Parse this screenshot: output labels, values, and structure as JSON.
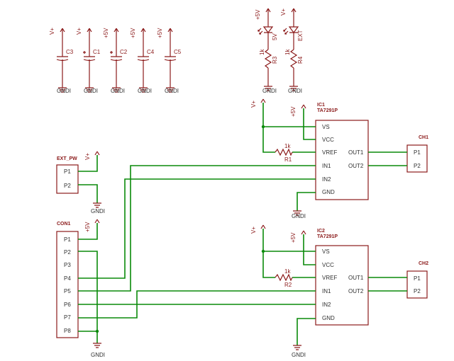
{
  "power_labels": {
    "vplus": "V+",
    "plus5v": "+5V",
    "gnd": "GNDI"
  },
  "caps": [
    {
      "name": "C3",
      "rail": "V+",
      "polarized": false
    },
    {
      "name": "C1",
      "rail": "V+",
      "polarized": true
    },
    {
      "name": "C2",
      "rail": "+5V",
      "polarized": true
    },
    {
      "name": "C4",
      "rail": "+5V",
      "polarized": false
    },
    {
      "name": "C5",
      "rail": "+5V",
      "polarized": false
    }
  ],
  "leds": [
    {
      "name": "5V",
      "resistor": "R3",
      "value": "1k",
      "rail": "+5V"
    },
    {
      "name": "EXT",
      "resistor": "R4",
      "value": "1k",
      "rail": "V+"
    }
  ],
  "ics": [
    {
      "name": "IC1",
      "part": "TA7291P",
      "pins_left": [
        "VS",
        "VCC",
        "VREF",
        "IN1",
        "IN2",
        "GND"
      ],
      "pins_right": [
        "OUT1",
        "OUT2"
      ],
      "vref_res": "R1",
      "vref_val": "1k"
    },
    {
      "name": "IC2",
      "part": "TA7291P",
      "pins_left": [
        "VS",
        "VCC",
        "VREF",
        "IN1",
        "IN2",
        "GND"
      ],
      "pins_right": [
        "OUT1",
        "OUT2"
      ],
      "vref_res": "R2",
      "vref_val": "1k"
    }
  ],
  "connectors": {
    "ext_pw": {
      "name": "EXT_PW",
      "pins": [
        "P1",
        "P2"
      ]
    },
    "con1": {
      "name": "CON1",
      "pins": [
        "P1",
        "P2",
        "P3",
        "P4",
        "P5",
        "P6",
        "P7",
        "P8"
      ]
    },
    "ch1": {
      "name": "CH1",
      "pins": [
        "P1",
        "P2"
      ]
    },
    "ch2": {
      "name": "CH2",
      "pins": [
        "P1",
        "P2"
      ]
    }
  },
  "colors": {
    "wire": "#0a8a0a",
    "device": "#8b1a1a",
    "text": "#303030",
    "background": "#ffffff"
  }
}
